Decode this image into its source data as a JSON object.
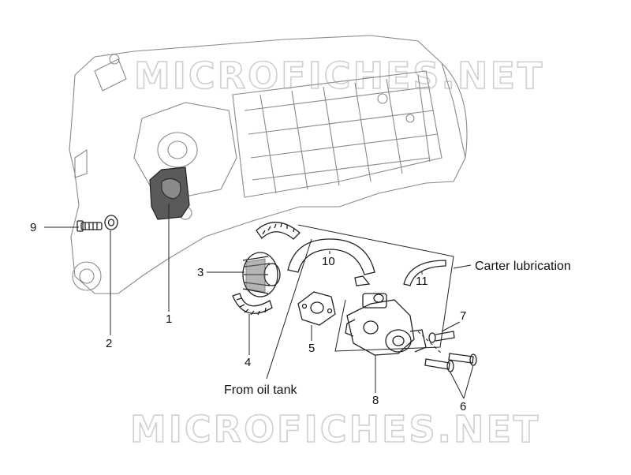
{
  "watermark": "MICROFICHES.NET",
  "callouts": {
    "p1": "1",
    "p2": "2",
    "p3": "3",
    "p4": "4",
    "p5": "5",
    "p6": "6",
    "p7": "7",
    "p8": "8",
    "p9": "9",
    "p10": "10",
    "p11": "11"
  },
  "notes": {
    "carter": "Carter lubrication",
    "oil_tank": "From oil tank"
  }
}
